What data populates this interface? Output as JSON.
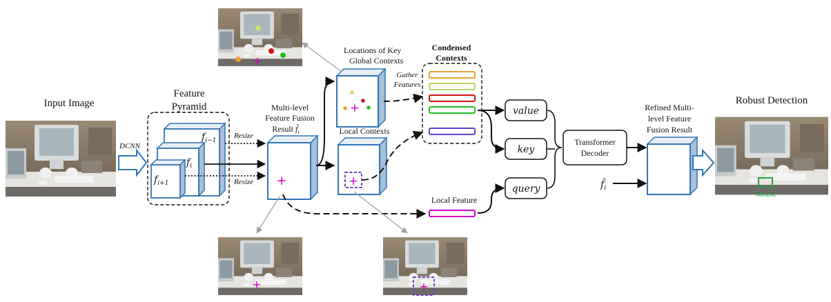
{
  "labels": {
    "input_image": "Input Image",
    "dcnn": "DCNN",
    "feature": "Feature",
    "pyramid": "Pyramid",
    "f_im1": "f",
    "f_im1_sub": "i−1",
    "f_i": "f",
    "f_i_sub": "i",
    "f_ip1": "f",
    "f_ip1_sub": "i+1",
    "resize_top": "Resize",
    "resize_bottom": "Resize",
    "mlff_line1": "Multi-level",
    "mlff_line2": "Feature Fusion",
    "mlff_line3": "Result",
    "mlff_sym": "f̂",
    "mlff_sym_sub": "i",
    "loc_key_line1": "Locations of Key",
    "loc_key_line2": "Global Contexts",
    "gather_line1": "Gather",
    "gather_line2": "Features",
    "condensed_line1": "Condensed",
    "condensed_line2": "Contexts",
    "local_contexts": "Local Contexts",
    "local_feature": "Local Feature",
    "value": "value",
    "key": "key",
    "query": "query",
    "transformer_line1": "Transformer",
    "transformer_line2": "Decoder",
    "refined_line1": "Refined Multi-",
    "refined_line2": "level Feature",
    "refined_line3": "Fusion Result",
    "fhat_in": "f̂",
    "fhat_in_sub": "i",
    "robust_detection": "Robust Detection",
    "mouse": "Mouse"
  },
  "colors": {
    "block_blue": "#2e75b6",
    "arrow_blue": "#2e75b6",
    "plus_magenta": "#cc00cc",
    "ctx_orange": "#f0a030",
    "ctx_lime": "#b8d860",
    "ctx_red": "#d01010",
    "ctx_green": "#20c020",
    "ctx_purple": "#6040c0",
    "local_box": "#7040c0",
    "detect_green": "#20a040",
    "gray_arrow": "#a0a0a0"
  },
  "context_dots": [
    {
      "color": "#f0d070"
    },
    {
      "color": "#d01010"
    },
    {
      "color": "#f0a030"
    },
    {
      "color": "#20c020"
    }
  ],
  "condensed_bars": [
    "#f0a030",
    "#b8d860",
    "#d01010",
    "#20c020"
  ]
}
